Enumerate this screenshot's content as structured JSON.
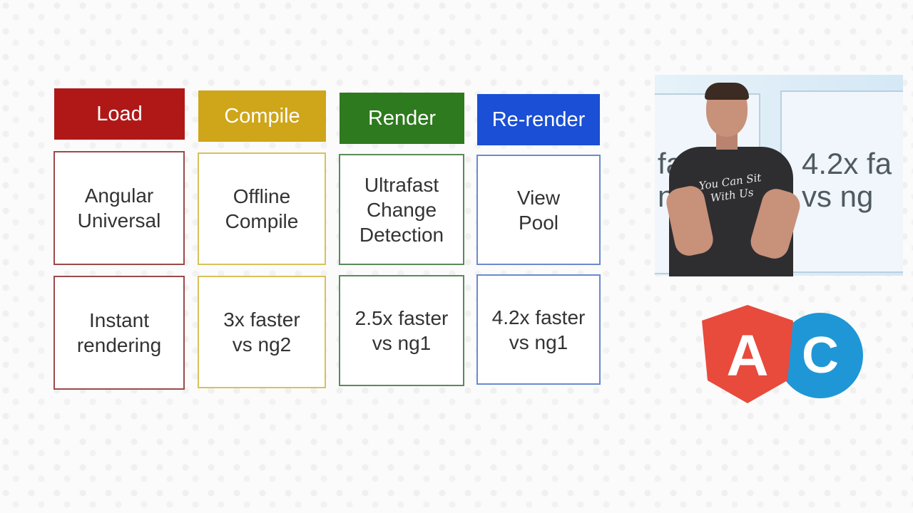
{
  "columns": [
    {
      "header": "Load",
      "color": "#b01818",
      "feature": "Angular\nUniversal",
      "result": "Instant\nrendering",
      "border": "#9a4a4a"
    },
    {
      "header": "Compile",
      "color": "#cfa51a",
      "feature": "Offline\nCompile",
      "result": "3x faster\nvs ng2",
      "border": "#d8c15a"
    },
    {
      "header": "Render",
      "color": "#2e7a1e",
      "feature": "Ultrafast\nChange\nDetection",
      "result": "2.5x faster\nvs ng1",
      "border": "#5a8a5a"
    },
    {
      "header": "Re-render",
      "color": "#1a4fd6",
      "feature": "View\nPool",
      "result": "4.2x faster\nvs ng1",
      "border": "#6a8ad0"
    }
  ],
  "video": {
    "panel_left_text": "fast\nn",
    "panel_right_text": "4.2x fa\nvs ng",
    "shirt_text": "You Can Sit\nWith Us"
  },
  "logo": {
    "left_letter": "A",
    "right_letter": "C",
    "left_color": "#e84a3c",
    "right_color": "#1f97d6"
  }
}
